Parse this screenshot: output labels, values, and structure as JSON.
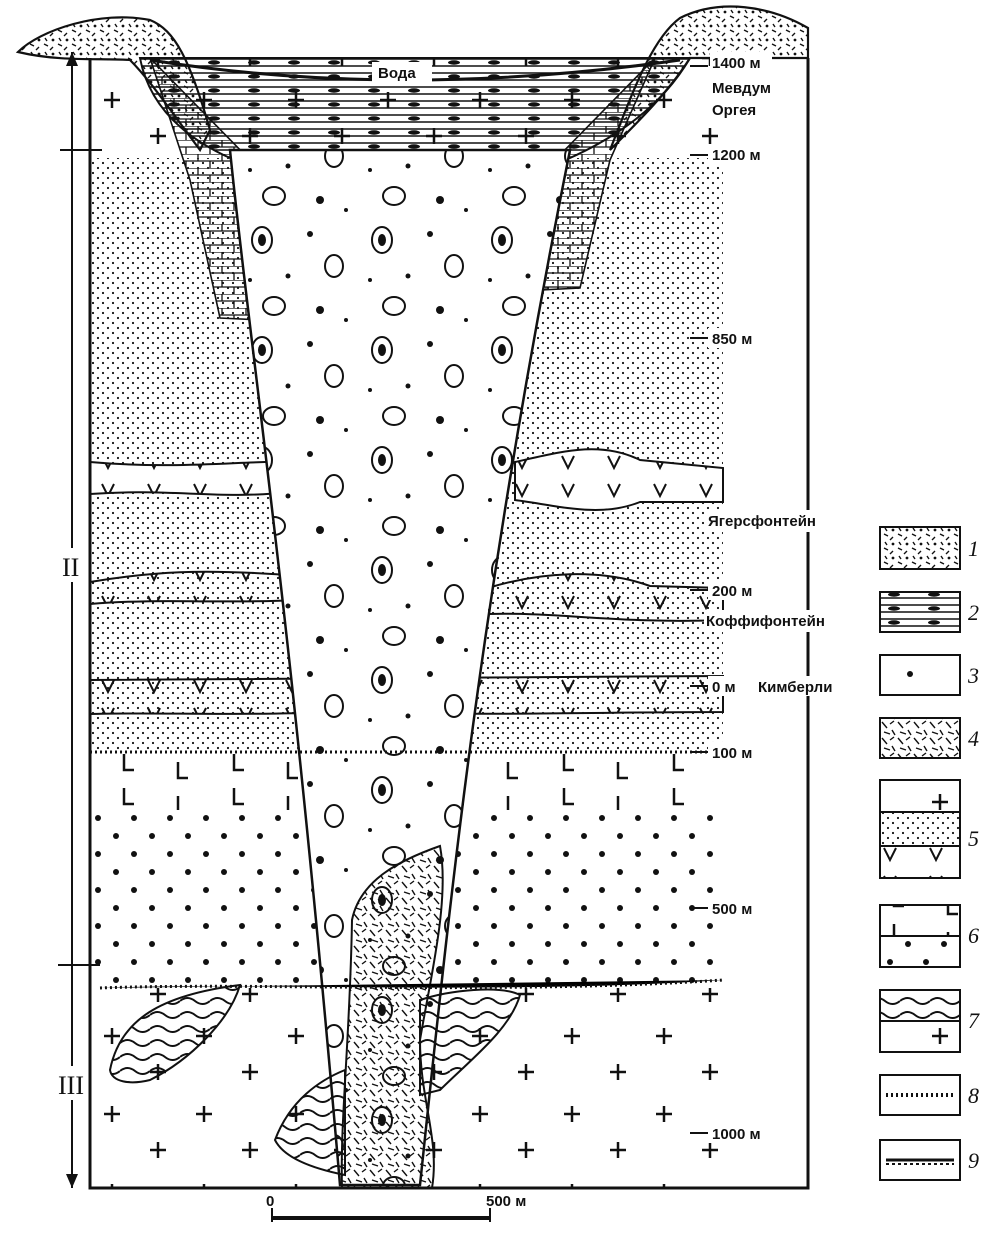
{
  "colors": {
    "ink": "#111111",
    "paper": "#ffffff"
  },
  "water_label": "Вода",
  "depth_marks": [
    "1400 м",
    "1200 м",
    "850 м",
    "200 м",
    "0 м",
    "100 м",
    "500 м",
    "1000 м"
  ],
  "formations": [
    "Мевдум",
    "Оргея",
    "Ягерсфонтейн",
    "Коффифонтейн",
    "Кимберли"
  ],
  "stages": [
    "II",
    "III"
  ],
  "legend": [
    "1",
    "2",
    "3",
    "4",
    "5",
    "6",
    "7",
    "8",
    "9"
  ],
  "scale_bar": {
    "start": "0",
    "end": "500 м"
  }
}
